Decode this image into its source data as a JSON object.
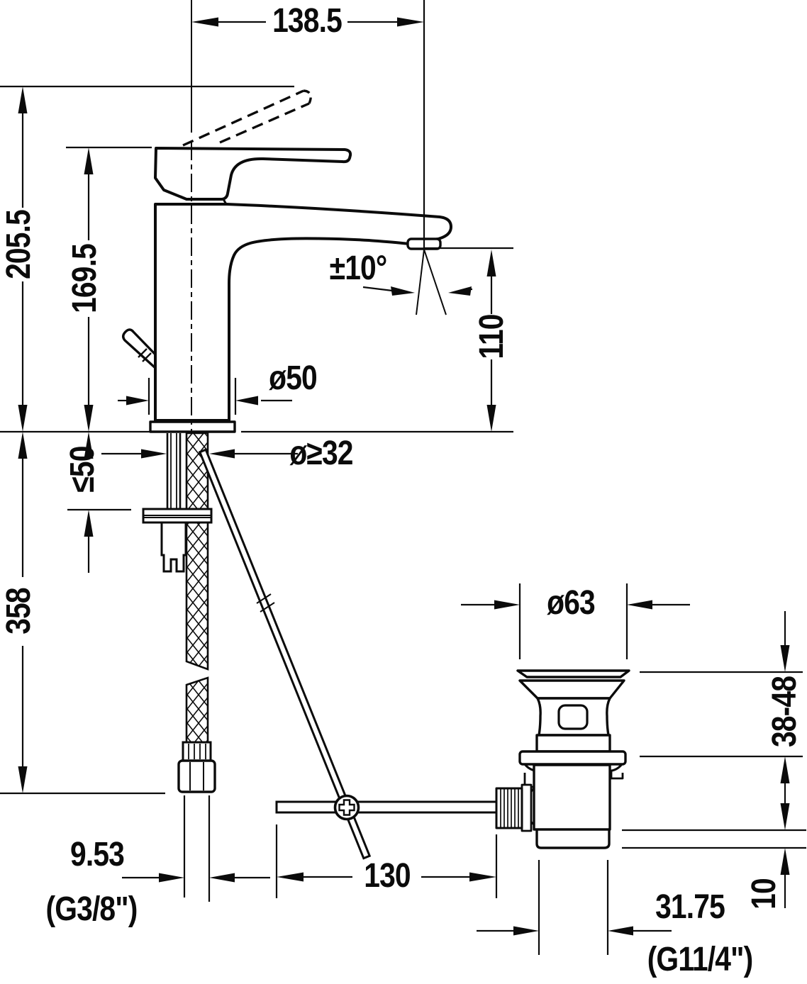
{
  "drawing": {
    "description": "Technical dimensional drawing of a single-lever basin mixer faucet with flexible supply hose and pop-up waste drain",
    "units": "mm",
    "line_color": "#0b0b0b",
    "background_color": "#ffffff"
  },
  "labels": {
    "spout_reach": "138.5",
    "overall_height": "205.5",
    "handle_height": "169.5",
    "spout_angle": "±10°",
    "outlet_height": "110",
    "base_diameter": "ø50",
    "max_counter_thickness": "≤50",
    "min_hole_diameter": "ø≥32",
    "hose_length": "358",
    "waste_flange_diameter": "ø63",
    "basin_thickness_range": "38-48",
    "supply_thread_diameter": "9.53",
    "supply_thread": "(G3/8\")",
    "rod_length": "130",
    "waste_offset": "10",
    "waste_thread_diameter": "31.75",
    "waste_thread": "(G11/4\")"
  }
}
